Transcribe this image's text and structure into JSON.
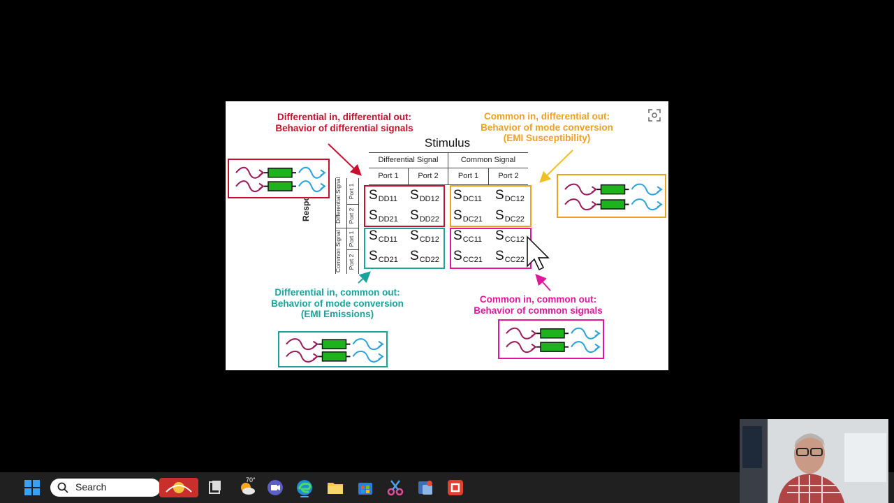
{
  "slide": {
    "dd_caption": [
      "Differential in, differential out:",
      "Behavior of differential signals"
    ],
    "dc_caption": [
      "Common in, differential out:",
      "Behavior of mode conversion",
      "(EMI Susceptibility)"
    ],
    "cd_caption": [
      "Differential in, common out:",
      "Behavior of mode conversion",
      "(EMI Emissions)"
    ],
    "cc_caption": [
      "Common in, common out:",
      "Behavior of common signals"
    ],
    "stimulus_title": "Stimulus",
    "differential_signal": "Differential Signal",
    "common_signal": "Common Signal",
    "port_labels": [
      "Port 1",
      "Port 2",
      "Port 1",
      "Port 2"
    ],
    "response_label": "Response",
    "row_group_labels": [
      "Differential Signal",
      "Common Signal"
    ],
    "row_port_labels": [
      "Port 1",
      "Port 2",
      "Port 1",
      "Port 2"
    ],
    "matrix": {
      "dd": [
        [
          "DD11",
          "DD12"
        ],
        [
          "DD21",
          "DD22"
        ]
      ],
      "dc": [
        [
          "DC11",
          "DC12"
        ],
        [
          "DC21",
          "DC22"
        ]
      ],
      "cd": [
        [
          "CD11",
          "CD12"
        ],
        [
          "CD21",
          "CD22"
        ]
      ],
      "cc": [
        [
          "CC11",
          "CC12"
        ],
        [
          "CC21",
          "CC22"
        ]
      ]
    },
    "s_letter": "S",
    "colors": {
      "dd": "#c8102e",
      "dc": "#f0a020",
      "cd": "#1aa39a",
      "cc": "#e0169d",
      "in_wave": "#9a1a5a",
      "out_wave": "#29a3d8",
      "block": "#1db31d"
    }
  },
  "taskbar": {
    "search_placeholder": "Search",
    "weather_temp": "70°",
    "icons": [
      "windows-start-icon",
      "search-icon",
      "widgets-icon",
      "task-view-icon",
      "weather-icon",
      "chat-icon",
      "edge-browser-icon",
      "file-explorer-icon",
      "store-icon",
      "snipping-tool-icon",
      "app-icon",
      "recorder-icon"
    ]
  }
}
